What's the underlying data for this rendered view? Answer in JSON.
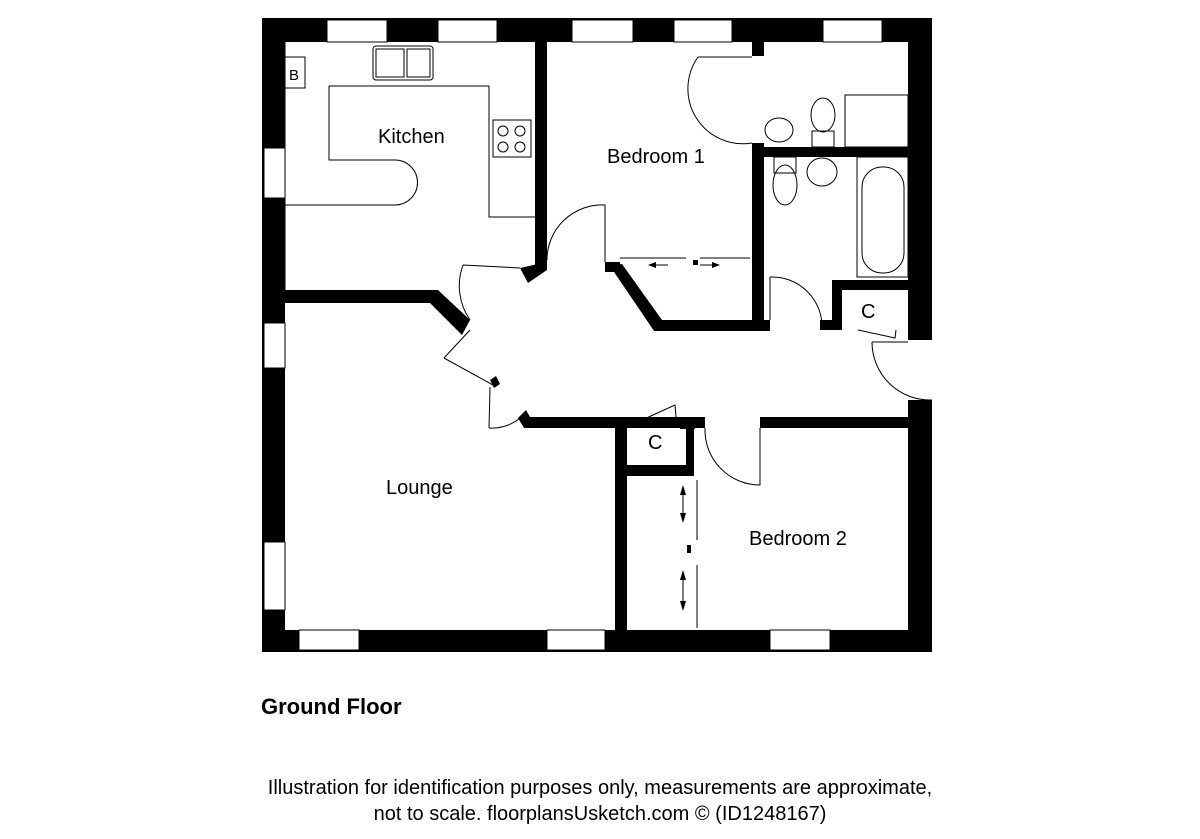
{
  "rooms": {
    "kitchen": "Kitchen",
    "bedroom1": "Bedroom 1",
    "lounge": "Lounge",
    "bedroom2": "Bedroom 2",
    "cupboard_hall": "C",
    "cupboard_lobby": "C",
    "boiler": "B"
  },
  "floor_title": "Ground Floor",
  "disclaimer": {
    "line1": "Illustration for identification purposes only, measurements are approximate,",
    "line2": "not to scale. floorplansUsketch.com © (ID1248167)"
  }
}
